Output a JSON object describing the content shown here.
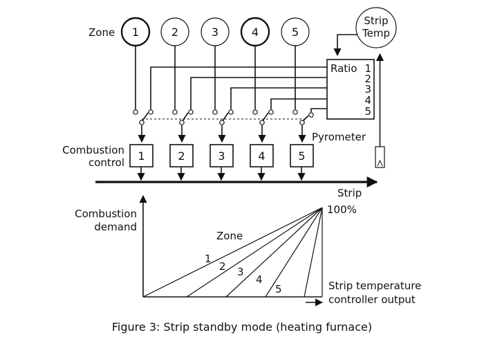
{
  "labels": {
    "zone": "Zone",
    "strip_temp_line1": "Strip",
    "strip_temp_line2": "Temp",
    "ratio": "Ratio",
    "pyrometer": "Pyrometer",
    "combustion_control_line1": "Combustion",
    "combustion_control_line2": "control",
    "strip": "Strip",
    "combustion_demand_line1": "Combustion",
    "combustion_demand_line2": "demand",
    "hundred_percent": "100%",
    "graph_zone": "Zone",
    "controller_output_line1": "Strip temperature",
    "controller_output_line2": "controller output",
    "caption": "Figure 3: Strip standby mode (heating furnace)"
  },
  "zones": [
    "1",
    "2",
    "3",
    "4",
    "5"
  ],
  "ratio_outputs": [
    "1",
    "2",
    "3",
    "4",
    "5"
  ],
  "combustion_controls": [
    "1",
    "2",
    "3",
    "4",
    "5"
  ],
  "graph_lines": [
    "1",
    "2",
    "3",
    "4",
    "5"
  ]
}
